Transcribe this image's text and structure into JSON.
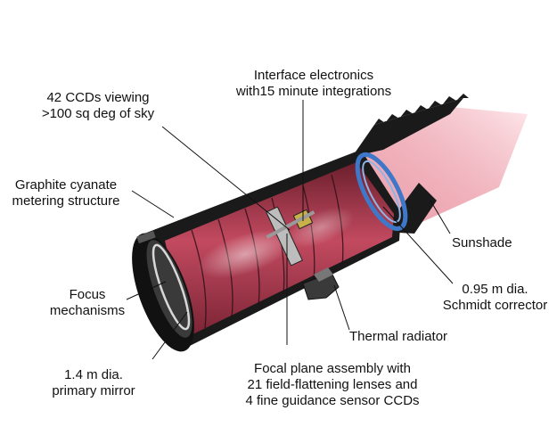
{
  "labels": {
    "ccds": [
      "42 CCDs viewing",
      ">100 sq deg of sky"
    ],
    "electronics": [
      "Interface electronics",
      "with15 minute integrations"
    ],
    "graphite": [
      "Graphite cyanate",
      "metering structure"
    ],
    "focus": [
      "Focus",
      "mechanisms"
    ],
    "mirror": [
      "1.4 m dia.",
      "primary mirror"
    ],
    "sunshade": [
      "Sunshade"
    ],
    "schmidt": [
      "0.95 m dia.",
      "Schmidt corrector"
    ],
    "thermal": [
      "Thermal radiator"
    ],
    "focal": [
      "Focal plane assembly with",
      "21 field-flattening lenses and",
      "4 fine guidance sensor CCDs"
    ]
  },
  "colors": {
    "tube_interior": "#c24a60",
    "tube_shell": "#1a1a1a",
    "beam": "#f2c3c8",
    "corrector": "#3f78c8",
    "chip": "#c9b14a"
  }
}
